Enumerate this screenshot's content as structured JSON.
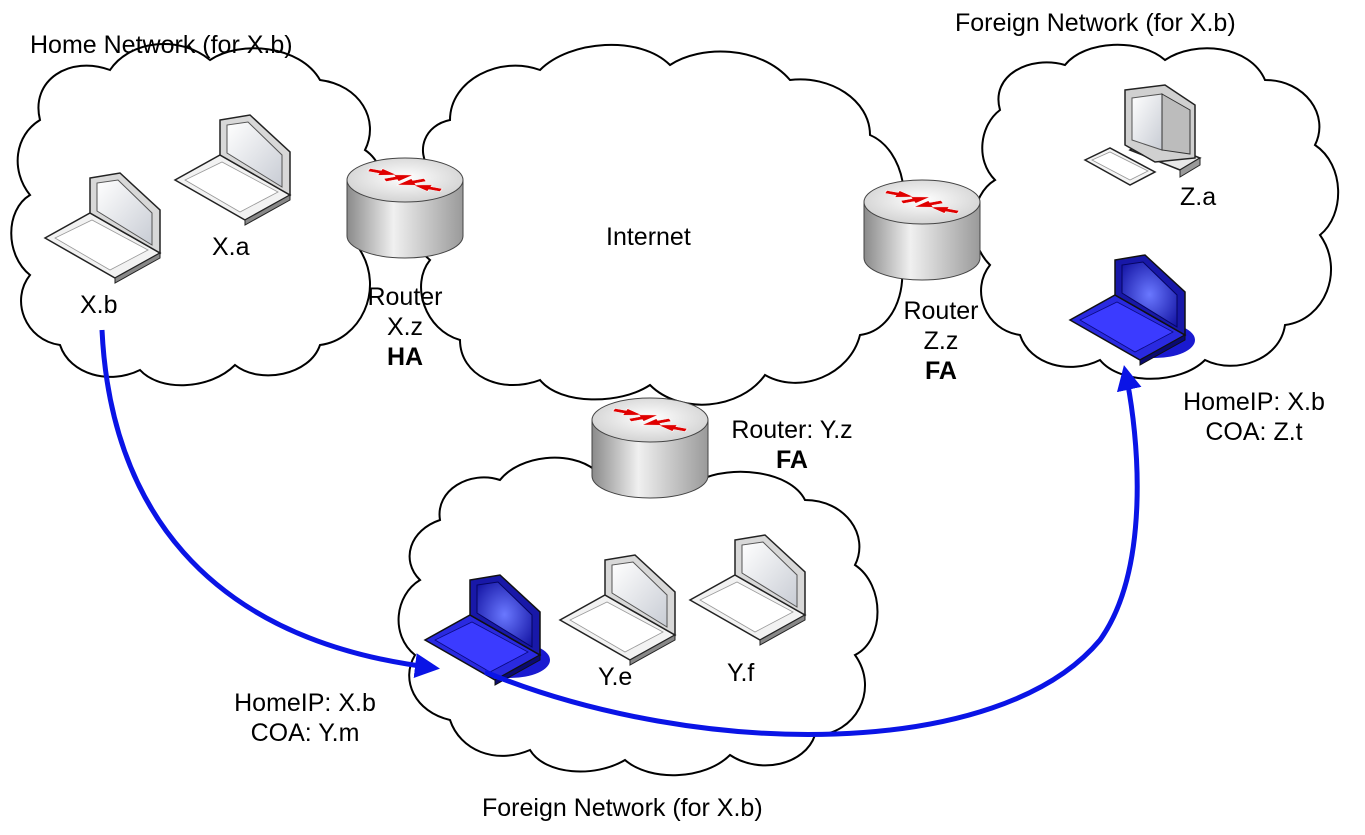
{
  "networks": {
    "home": {
      "title": "Home Network (for X.b)"
    },
    "foreign_right": {
      "title": "Foreign Network (for X.b)"
    },
    "foreign_bottom": {
      "title": "Foreign Network (for X.b)"
    },
    "internet": {
      "title": "Internet"
    }
  },
  "routers": {
    "home": {
      "line1": "Router",
      "line2": "X.z",
      "role": "HA"
    },
    "right": {
      "line1": "Router",
      "line2": "Z.z",
      "role": "FA"
    },
    "bottom": {
      "line1": "Router: Y.z",
      "role": "FA"
    }
  },
  "hosts": {
    "xb": "X.b",
    "xa": "X.a",
    "za": "Z.a",
    "ye": "Y.e",
    "yf": "Y.f"
  },
  "mobile": {
    "right": {
      "home_ip": "HomeIP: X.b",
      "coa": "COA: Z.t"
    },
    "bottom": {
      "home_ip": "HomeIP: X.b",
      "coa": "COA: Y.m"
    }
  },
  "colors": {
    "arrow": "#0a14e6",
    "router_arrow": "#e00000",
    "laptop_blue": "#1a1ad0"
  }
}
